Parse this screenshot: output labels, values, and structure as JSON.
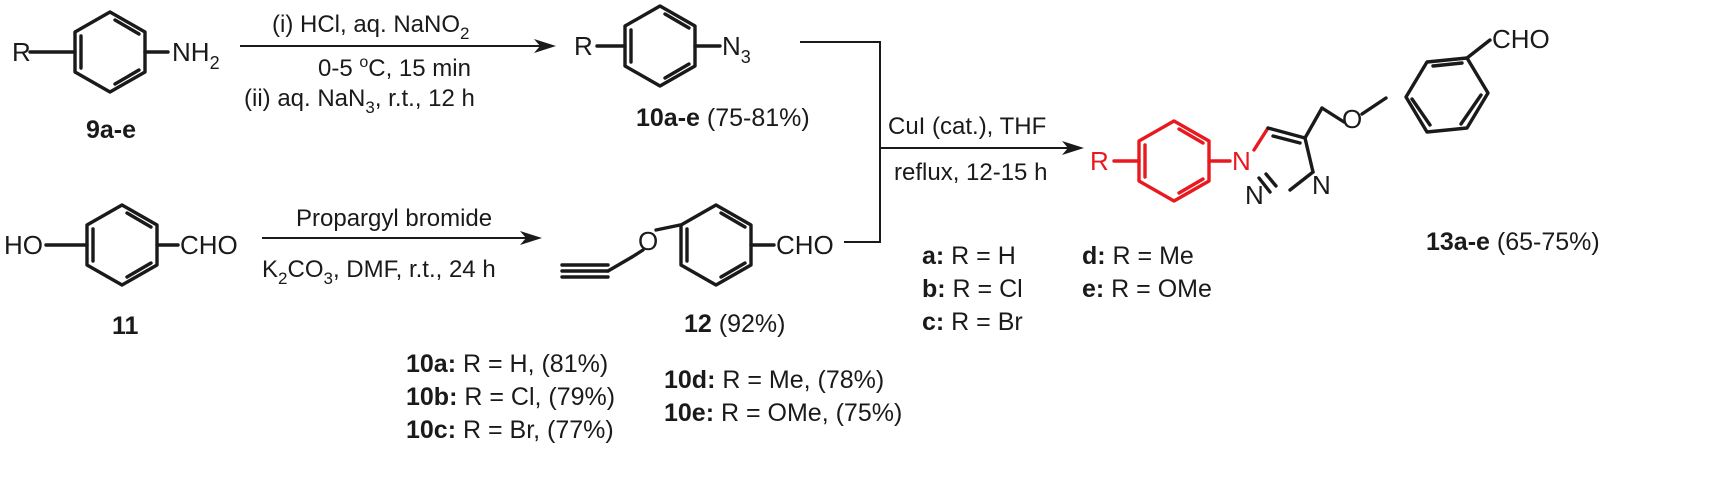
{
  "atoms": {
    "r": "R",
    "nh2": "NH",
    "nh2_sub": "2",
    "n3": "N",
    "n3_sub": "3",
    "ho": "HO",
    "cho": "CHO",
    "o": "O",
    "n": "N"
  },
  "step1": {
    "line1": "(i) HCl, aq. NaNO",
    "line1_sub": "2",
    "line2_a": "0-5 ",
    "line2_sup": "o",
    "line2_b": "C, 15 min",
    "line3_a": "(ii) aq. NaN",
    "line3_sub": "3",
    "line3_b": ", r.t., 12 h"
  },
  "step2": {
    "line1": "Propargyl bromide",
    "line2_a": "K",
    "line2_sub1": "2",
    "line2_b": "CO",
    "line2_sub2": "3",
    "line2_c": ", DMF,  r.t., 24 h"
  },
  "step3": {
    "line1": "CuI (cat.), THF",
    "line2": "reflux, 12-15 h"
  },
  "compounds": {
    "c9": "9a-e",
    "c10": "10a-e",
    "c10_yield": " (75-81%)",
    "c11": "11",
    "c12": "12",
    "c12_yield": " (92%)",
    "c13": "13a-e",
    "c13_yield": " (65-75%)"
  },
  "substituents_13": [
    {
      "key": "a:",
      "text": " R = H"
    },
    {
      "key": "b:",
      "text": " R = Cl"
    },
    {
      "key": "c:",
      "text": " R = Br"
    },
    {
      "key": "d:",
      "text": " R = Me"
    },
    {
      "key": "e:",
      "text": " R = OMe"
    }
  ],
  "yields_10": [
    {
      "key": "10a:",
      "text": " R = H, (81%)"
    },
    {
      "key": "10b:",
      "text": " R = Cl, (79%)"
    },
    {
      "key": "10c:",
      "text": " R = Br, (77%)"
    },
    {
      "key": "10d:",
      "text": " R = Me, (78%)"
    },
    {
      "key": "10e:",
      "text": " R = OMe, (75%)"
    }
  ],
  "colors": {
    "product": "#e8191f",
    "ink": "#1a1a1a"
  }
}
